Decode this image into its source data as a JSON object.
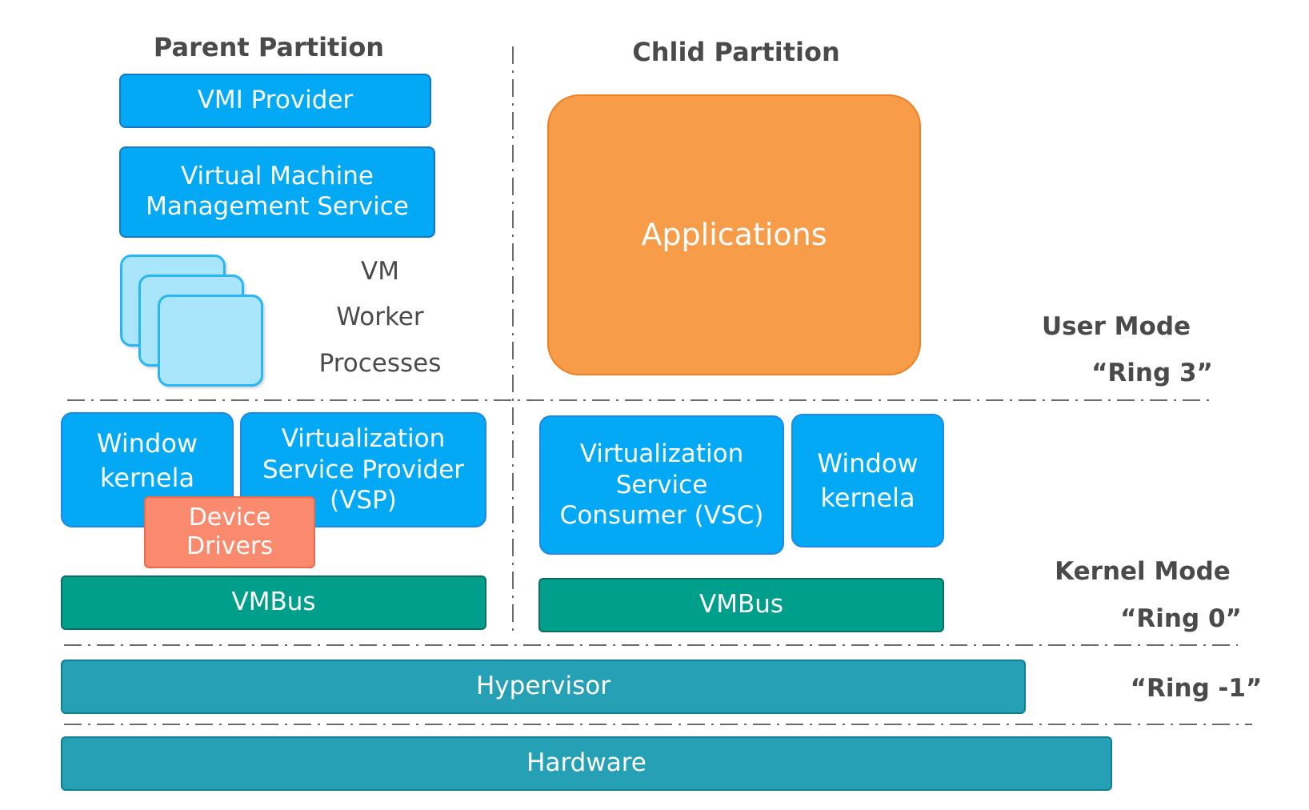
{
  "parent": {
    "title": "Parent Partition",
    "vmi_provider": "VMI Provider",
    "vmms": [
      "Virtual Machine",
      "Management Service"
    ],
    "vm_worker": [
      "VM",
      "Worker",
      "Processes"
    ],
    "window_kernel": [
      "Window",
      "kernela"
    ],
    "vsp": [
      "Virtualization",
      "Service Provider",
      "(VSP)"
    ],
    "device_drivers": [
      "Device",
      "Drivers"
    ],
    "vmbus": "VMBus"
  },
  "child": {
    "title": "Chlid Partition",
    "applications": "Applications",
    "vsc": [
      "Virtualization",
      "Service",
      "Consumer (VSC)"
    ],
    "window_kernel": [
      "Window",
      "kernela"
    ],
    "vmbus": "VMBus"
  },
  "modes": {
    "user": "User Mode",
    "ring3": "“Ring 3”",
    "kernel": "Kernel Mode",
    "ring0": "“Ring 0”",
    "ring_minus1": "“Ring -1”"
  },
  "hypervisor": "Hypervisor",
  "hardware": "Hardware",
  "colors": {
    "component_blue": "#03a9f4",
    "vmbus_teal": "#009f8c",
    "platform_teal": "#25a0b4",
    "device_drivers_salmon": "#f98a6e",
    "applications_orange": "#f79c48",
    "worker_light_blue": "#a9e6fc"
  }
}
